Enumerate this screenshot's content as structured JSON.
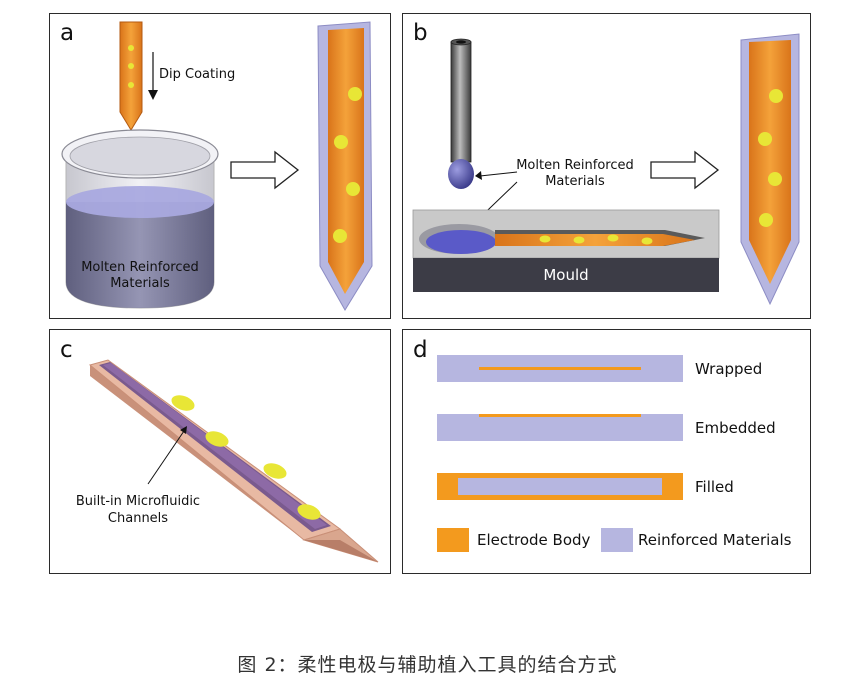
{
  "panels": {
    "a": {
      "label": "a",
      "dip_coating": "Dip Coating",
      "beaker_text_line1": "Molten Reinforced",
      "beaker_text_line2": "Materials"
    },
    "b": {
      "label": "b",
      "molten_line1": "Molten Reinforced",
      "molten_line2": "Materials",
      "mould": "Mould"
    },
    "c": {
      "label": "c",
      "channels_line1": "Built-in Microfluidic",
      "channels_line2": "Channels"
    },
    "d": {
      "label": "d",
      "wrapped": "Wrapped",
      "embedded": "Embedded",
      "filled": "Filled",
      "legend_electrode": "Electrode Body",
      "legend_reinforced": "Reinforced Materials"
    }
  },
  "colors": {
    "electrode": "#f39a1e",
    "reinforced": "#b6b6e0",
    "dots": "#e8e636",
    "mould": "#3c3c46"
  },
  "caption": "图 2：柔性电极与辅助植入工具的结合方式"
}
